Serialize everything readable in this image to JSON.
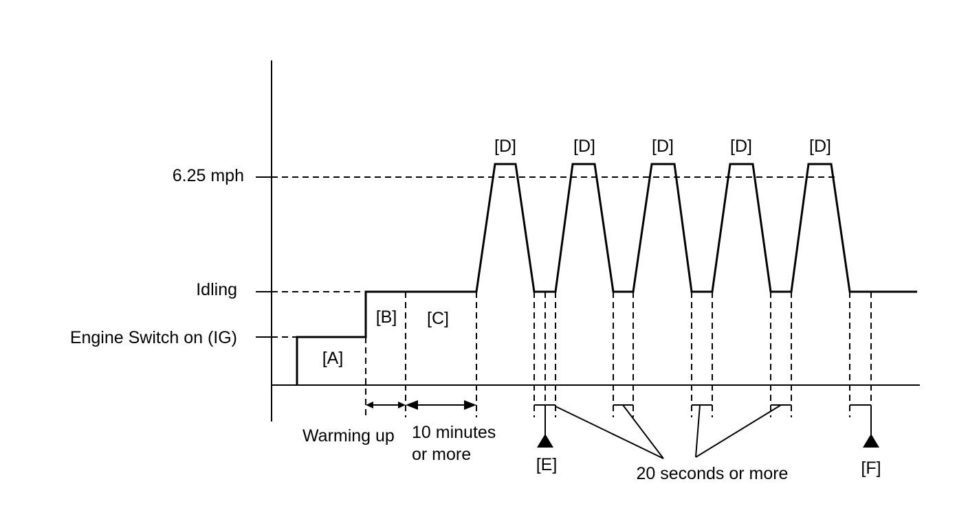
{
  "y_axis": {
    "speed_label": "6.25 mph",
    "idling_label": "Idling",
    "ig_label": "Engine Switch on (IG)"
  },
  "phases": {
    "a": "[A]",
    "b": "[B]",
    "c": "[C]",
    "d": "[D]",
    "e": "[E]",
    "f": "[F]"
  },
  "annotations": {
    "warming_up": "Warming up",
    "ten_minutes_line1": "10 minutes",
    "ten_minutes_line2": "or more",
    "twenty_seconds": "20 seconds or more"
  }
}
